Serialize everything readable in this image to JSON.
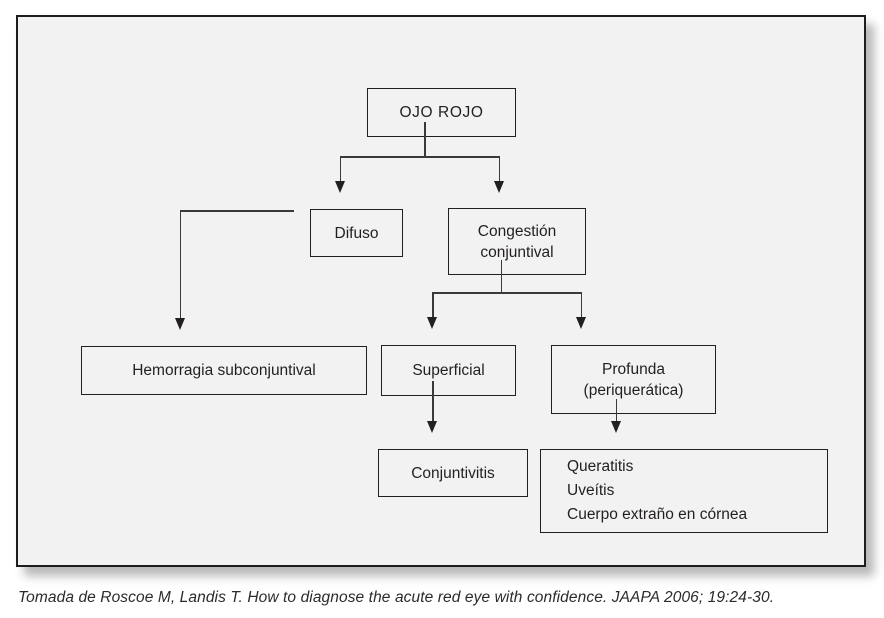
{
  "diagram": {
    "title_node": "OJO ROJO",
    "nodes": {
      "ojo_rojo": "OJO ROJO",
      "difuso": "Difuso",
      "congestion": "Congestión\nconjuntival",
      "hemorragia": "Hemorragia subconjuntival",
      "superficial": "Superficial",
      "profunda": "Profunda\n(periquerática)",
      "conjuntivitis": "Conjuntivitis",
      "grupo_profunda": "Queratitis\nUveítis\nCuerpo extraño en córnea"
    },
    "edges": [
      {
        "from": "ojo_rojo",
        "to": "difuso"
      },
      {
        "from": "ojo_rojo",
        "to": "congestion"
      },
      {
        "from": "difuso",
        "to": "hemorragia"
      },
      {
        "from": "congestion",
        "to": "superficial"
      },
      {
        "from": "congestion",
        "to": "profunda"
      },
      {
        "from": "superficial",
        "to": "conjuntivitis"
      },
      {
        "from": "profunda",
        "to": "grupo_profunda"
      }
    ],
    "colors": {
      "panel_background": "#f2f2f2",
      "box_border": "#231f20",
      "text": "#231f20",
      "connector": "#3a3a3a"
    }
  },
  "caption": "Tomada de Roscoe M, Landis T. How to diagnose the acute red eye with confidence. JAAPA 2006; 19:24-30."
}
